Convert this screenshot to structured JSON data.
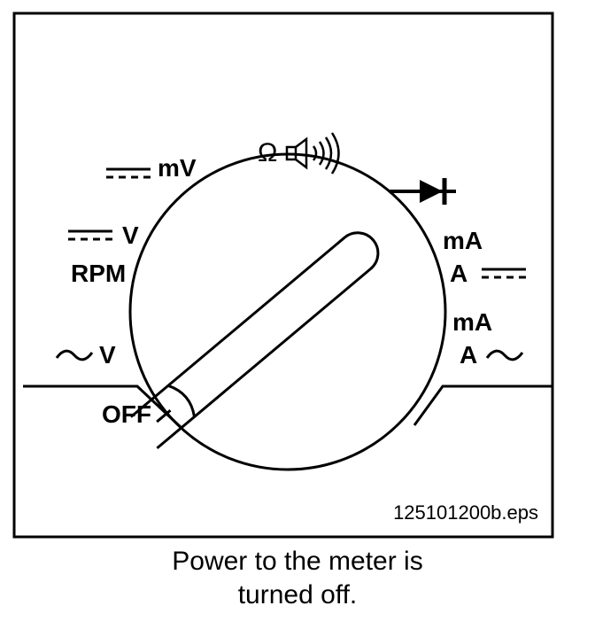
{
  "labels": {
    "mv": "mV",
    "ohm": "Ω",
    "dc_v": "V",
    "rpm": "RPM",
    "ac_v": "V",
    "off": "OFF",
    "ma_dc": "mA",
    "a_dc": "A",
    "ma_ac": "mA",
    "a_ac": "A"
  },
  "file_name": "125101200b.eps",
  "caption": {
    "line1": "Power to the meter is",
    "line2": "turned off."
  },
  "icons": [
    "dc-symbol",
    "ac-symbol",
    "speaker-icon",
    "diode-icon",
    "rotary-knob"
  ]
}
